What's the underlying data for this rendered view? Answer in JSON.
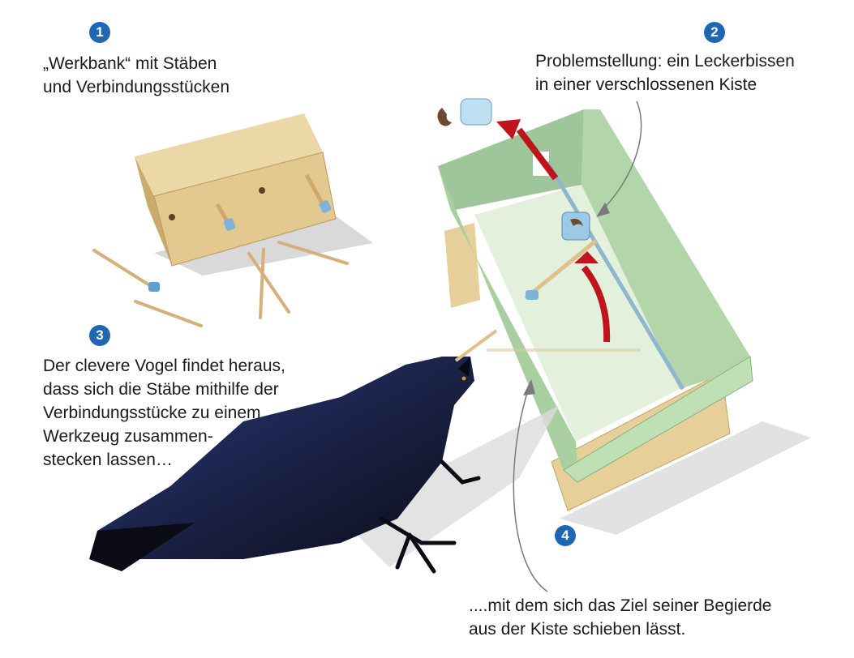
{
  "steps": [
    {
      "number": "1",
      "caption": "„Werkbank“ mit Stäben\nund Verbindungsstücken"
    },
    {
      "number": "2",
      "caption": "Problemstellung: ein Leckerbissen\nin einer verschlossenen Kiste"
    },
    {
      "number": "3",
      "caption": "Der clevere Vogel findet heraus,\ndass sich die Stäbe mithilfe der\nVerbindungsstücke zu einem\nWerkzeug zusammen-\nstecken lassen…"
    },
    {
      "number": "4",
      "caption": "....mit dem sich das Ziel seiner Begierde\naus der Kiste schieben lässt."
    }
  ],
  "colors": {
    "badge": "#1f66b3",
    "workbench": "#e3c98f",
    "box_green": "#b9dcb0",
    "box_base": "#e6cf98",
    "arrow": "#c0141c",
    "bird": "#0b0b16"
  }
}
